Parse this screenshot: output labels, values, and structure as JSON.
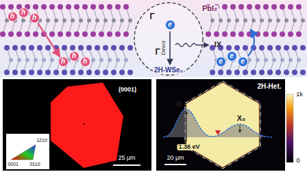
{
  "diagram": {
    "nodes": [
      {
        "text": [
          "h"
        ]
      },
      {
        "text": [
          "h"
        ]
      },
      {
        "text": [
          "h"
        ]
      },
      {
        "text": [
          "h"
        ]
      },
      {
        "text": [
          "h"
        ]
      },
      {
        "text": [
          "h"
        ]
      },
      {
        "text": [
          "e"
        ]
      },
      {
        "text": [
          "e"
        ]
      },
      {
        "text": [
          "e"
        ]
      },
      {
        "text": [
          "e"
        ]
      }
    ],
    "edges": [
      {
        "from": 2,
        "to": 3,
        "arrow": "to"
      }
    ],
    "labels": [
      "PbI₂",
      "2H-WSe₂",
      "Γ",
      "Γ",
      "Direct",
      "IX",
      "(0001)",
      "25 μm",
      "0001",
      "1210",
      "0110",
      "2H-Het.",
      "1k",
      "0",
      "IX",
      "1.36 eV",
      "X₀",
      "20 μm"
    ]
  }
}
